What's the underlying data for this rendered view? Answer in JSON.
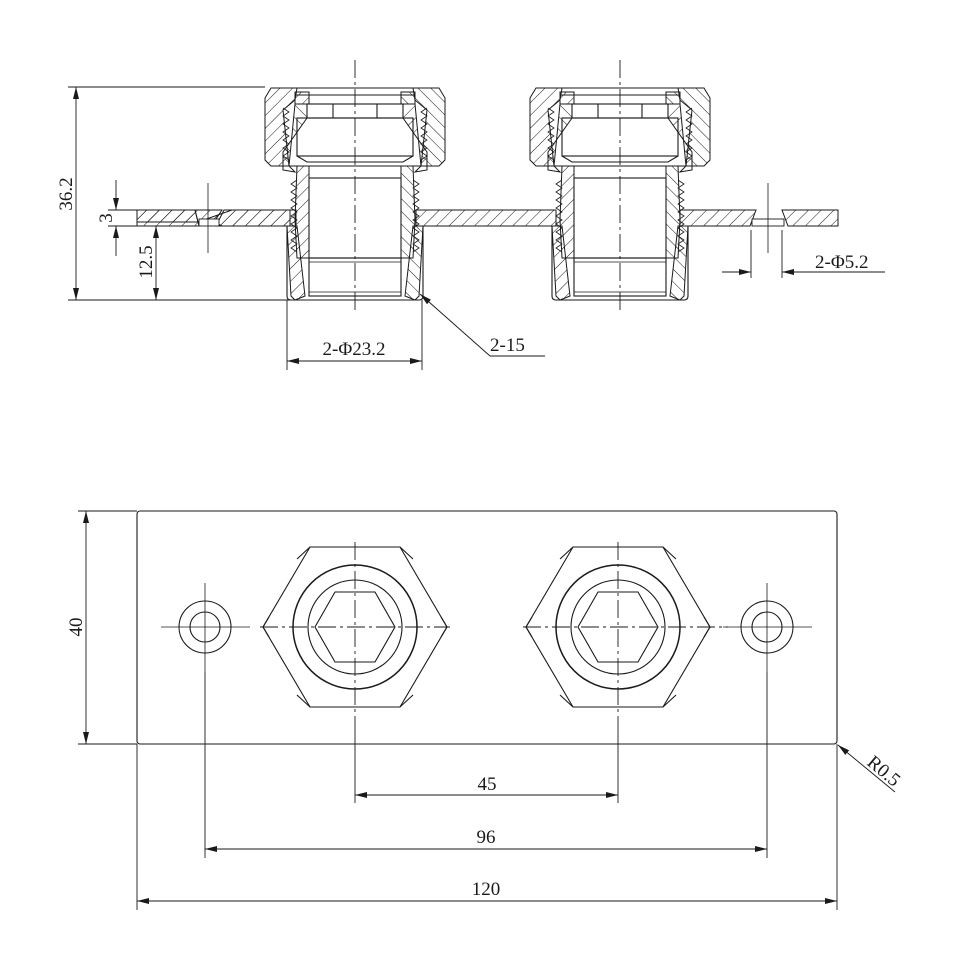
{
  "drawing": {
    "type": "technical-drawing",
    "views": [
      "section-view",
      "top-view"
    ],
    "section_view": {
      "dims": {
        "overall_height": "36.2",
        "plate_thickness": "3",
        "below_plate_height": "12.5",
        "fitting_diameter": "2-Φ23.2",
        "chamfer_note": "2-15",
        "hole_diameter": "2-Φ5.2"
      }
    },
    "top_view": {
      "dims": {
        "plate_height": "40",
        "fitting_spacing": "45",
        "hole_spacing": "96",
        "overall_width": "120",
        "corner_radius": "R0.5"
      }
    },
    "colors": {
      "line": "#1a1a1a",
      "background": "#ffffff"
    }
  }
}
